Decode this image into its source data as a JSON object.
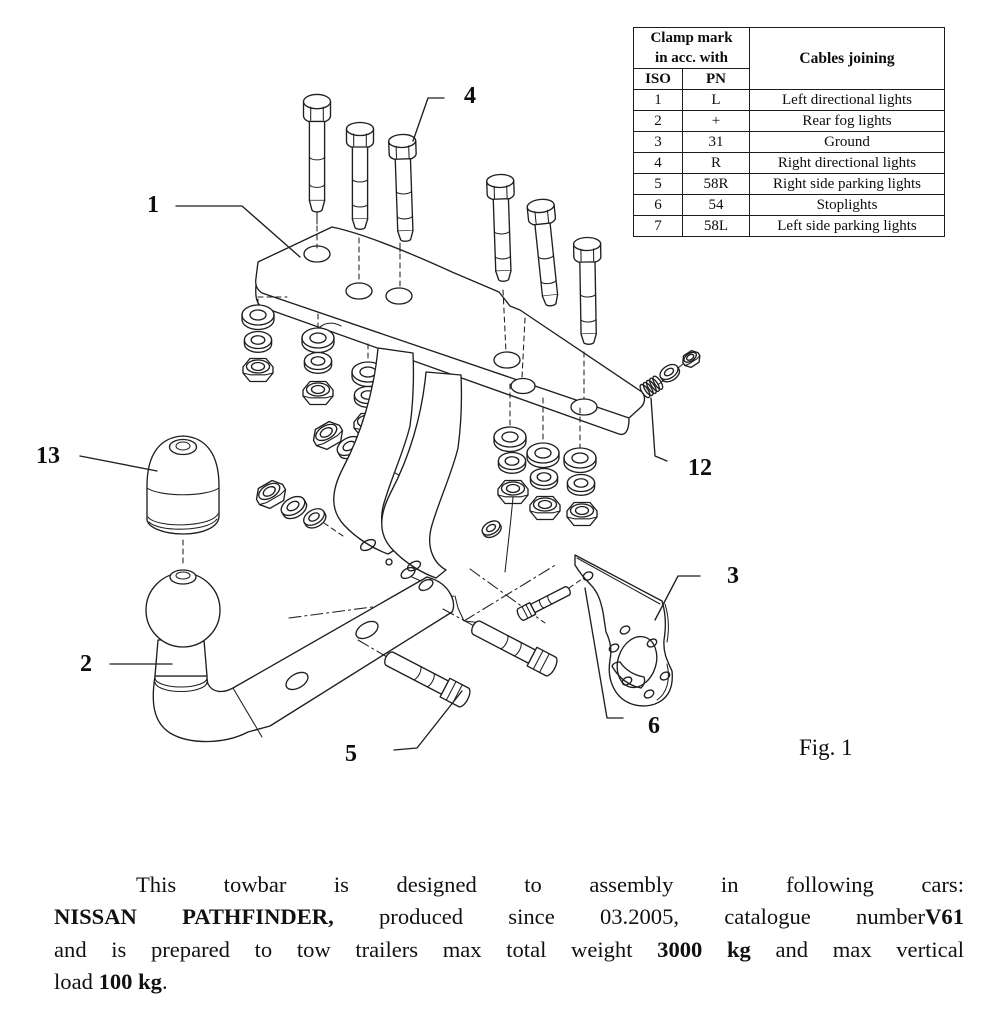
{
  "figure": {
    "caption": "Fig. 1",
    "part_labels": {
      "p1": "1",
      "p2": "2",
      "p3": "3",
      "p4": "4",
      "p5": "5",
      "p6": "6",
      "p12": "12",
      "p13": "13"
    }
  },
  "table": {
    "header": {
      "clamp_line1": "Clamp mark",
      "clamp_line2": "in acc. with",
      "col_iso": "ISO",
      "col_pn": "PN",
      "col_cables": "Cables joining"
    },
    "rows": [
      {
        "iso": "1",
        "pn": "L",
        "cables": "Left directional lights"
      },
      {
        "iso": "2",
        "pn": "+",
        "cables": "Rear fog lights"
      },
      {
        "iso": "3",
        "pn": "31",
        "cables": "Ground"
      },
      {
        "iso": "4",
        "pn": "R",
        "cables": "Right directional lights"
      },
      {
        "iso": "5",
        "pn": "58R",
        "cables": "Right side parking lights"
      },
      {
        "iso": "6",
        "pn": "54",
        "cables": "Stoplights"
      },
      {
        "iso": "7",
        "pn": "58L",
        "cables": "Left side parking lights"
      }
    ]
  },
  "paragraph": {
    "l1s1": "This towbar is designed to assembly in following cars:",
    "l2s1": "NISSAN PATHFINDER,",
    "l2s2": " produced since 03.2005, catalogue number",
    "l2s3": "V61",
    "l3s1": "and is prepared to tow trailers max total weight ",
    "l3s2": "3000 kg",
    "l3s3": " and max vertical",
    "l4s1": "load ",
    "l4s2": "100 kg",
    "l4s3": "."
  },
  "colors": {
    "ink": "#1f1f1f",
    "background": "#ffffff"
  }
}
